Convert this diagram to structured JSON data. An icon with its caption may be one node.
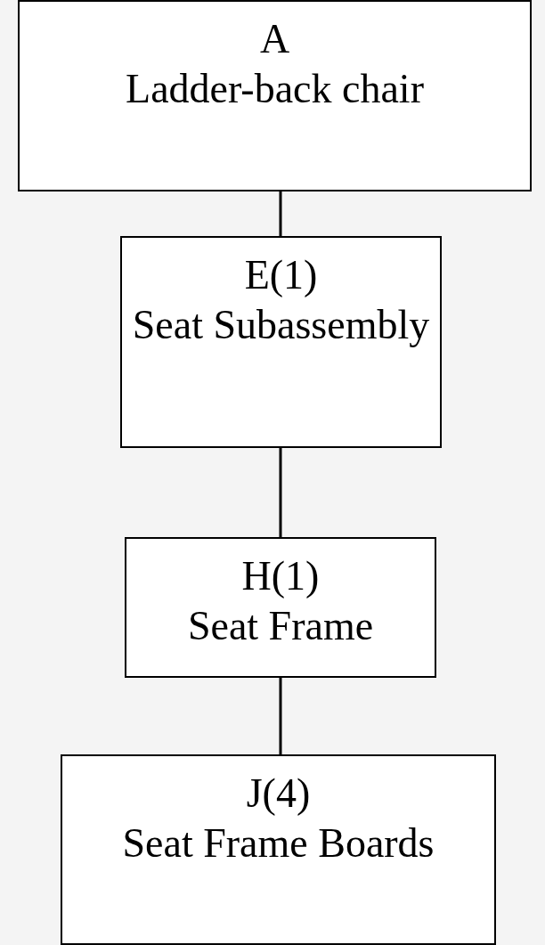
{
  "diagram": {
    "nodes": [
      {
        "text": [
          "A",
          "Ladder-back chair"
        ]
      },
      {
        "text": [
          "E(1)",
          "Seat Subassembly"
        ]
      },
      {
        "text": [
          "H(1)",
          "Seat Frame"
        ]
      },
      {
        "text": [
          "J(4)",
          "Seat Frame Boards"
        ]
      }
    ],
    "edges": [
      {
        "from": 0,
        "to": 1,
        "arrow": "none"
      },
      {
        "from": 1,
        "to": 2,
        "arrow": "none"
      },
      {
        "from": 2,
        "to": 3,
        "arrow": "none"
      }
    ]
  }
}
